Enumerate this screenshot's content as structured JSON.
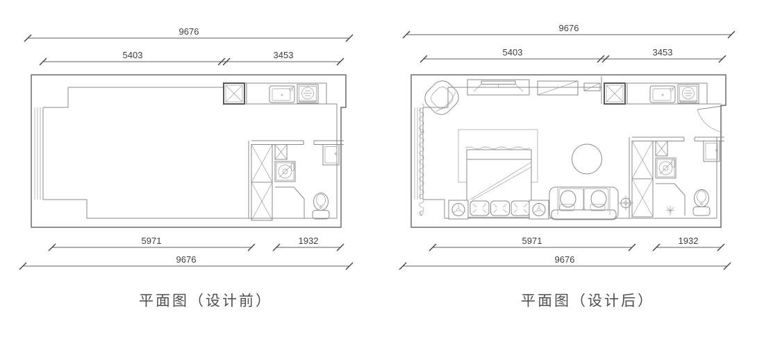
{
  "page": {
    "background": "#ffffff",
    "line_color": "#8a8a8a",
    "wall_color": "#6a6a6a",
    "dim_text_color": "#3d3d3d",
    "caption_color": "#4f4f4f"
  },
  "plans": [
    {
      "id": "before",
      "caption": "平面图（设计前）",
      "dimensions": {
        "top_total": "9676",
        "top_left_segment": "5403",
        "top_right_segment": "3453",
        "bottom_left_segment": "5971",
        "bottom_right_segment": "1932",
        "bottom_total": "9676"
      },
      "fixtures": [
        "window",
        "fridge-cabinet",
        "kitchen-sink",
        "stove",
        "wardrobe",
        "laundry-cabinet",
        "washing-machine",
        "shower",
        "toilet",
        "bathroom-mirror"
      ]
    },
    {
      "id": "after",
      "caption": "平面图（设计后）",
      "dimensions": {
        "top_total": "9676",
        "top_left_segment": "5403",
        "top_right_segment": "3453",
        "bottom_left_segment": "5971",
        "bottom_right_segment": "1932",
        "bottom_total": "9676"
      },
      "fixtures": [
        "window",
        "curtain",
        "armchair",
        "tv-cabinet",
        "storage-cabinet",
        "shelf",
        "fridge-cabinet",
        "kitchen-sink",
        "stove",
        "rug",
        "bed",
        "pillows",
        "nightstand",
        "bedside-lamp",
        "round-table",
        "sofa",
        "floor-lamp",
        "wardrobe",
        "laundry-cabinet",
        "washing-machine",
        "shower",
        "toilet",
        "bathroom-mirror",
        "entry-door",
        "ceiling-light"
      ]
    }
  ]
}
